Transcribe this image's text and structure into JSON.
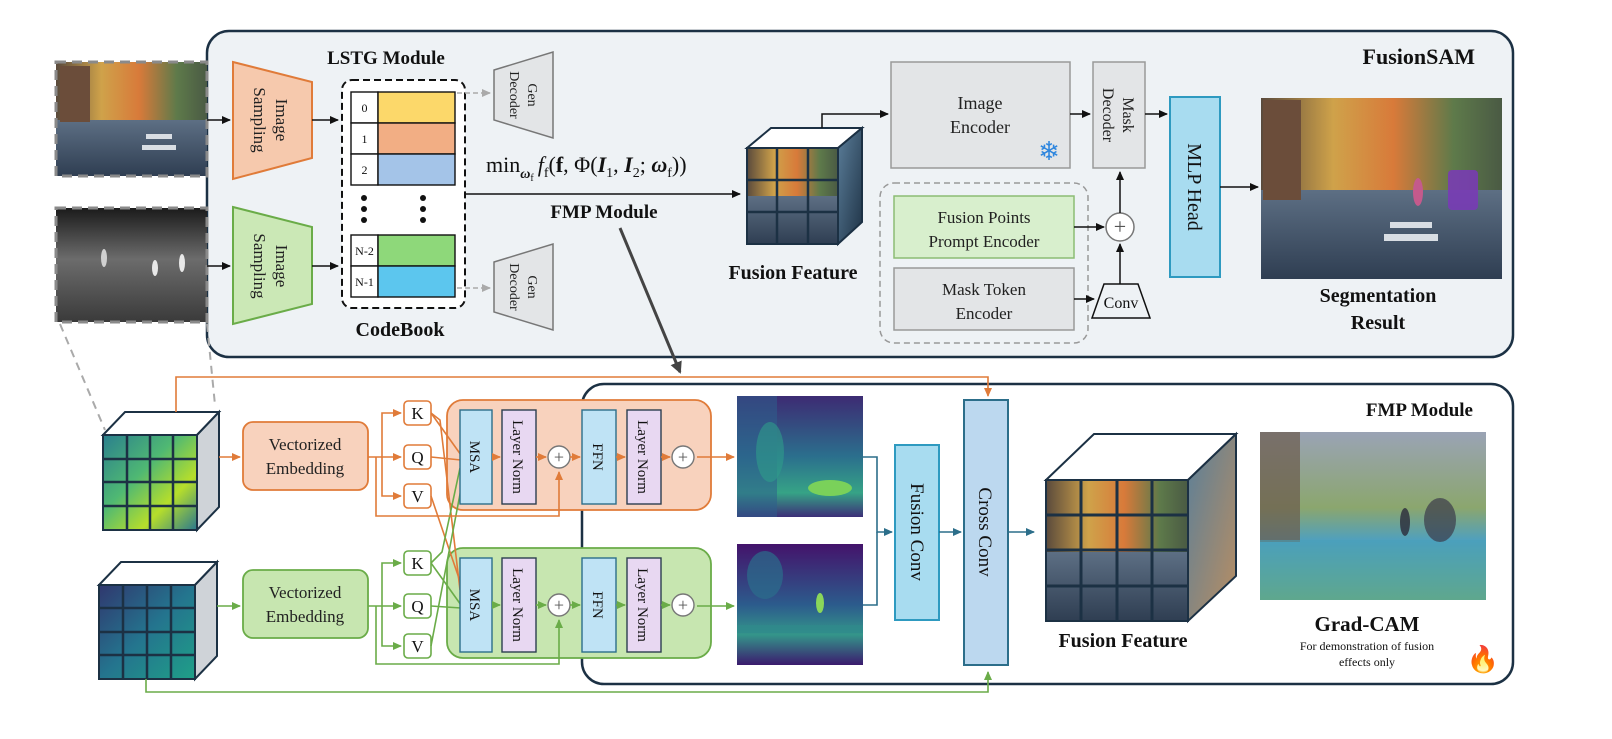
{
  "top": {
    "title": "FusionSAM",
    "lstg_title": "LSTG Module",
    "image_sampling": "Image Sampling",
    "codebook": {
      "title": "CodeBook",
      "indices": [
        "0",
        "1",
        "2",
        "N-2",
        "N-1"
      ],
      "colors": [
        "#fcd86a",
        "#f2ae84",
        "#a4c4e8",
        "#8ed87a",
        "#5cc6ee"
      ]
    },
    "gen_decoder": "Gen Decoder",
    "formula": {
      "min": "min",
      "sub_omega": "ω",
      "sub_f": "f",
      "f": "f",
      "body_open": "(",
      "bold_f": "f",
      "phi": ", Φ(",
      "I": "I",
      "one": "1",
      "comma": ", ",
      "two": "2",
      "semi": "; ",
      "omega": "ω",
      "close": "))"
    },
    "fmp_label": "FMP Module",
    "fusion_feature": "Fusion Feature",
    "image_encoder": "Image Encoder",
    "mask_decoder": "Mask Decoder",
    "mlp_head": "MLP Head",
    "fusion_points": "Fusion Points Prompt Encoder",
    "mask_token": "Mask Token Encoder",
    "conv": "Conv",
    "plus": "+",
    "snowflake": "❄",
    "segmentation": "Segmentation Result"
  },
  "bottom": {
    "title": "FMP Module",
    "vectorized": "Vectorized Embedding",
    "k": "K",
    "q": "Q",
    "v": "V",
    "msa": "MSA",
    "layer_norm": "Layer Norm",
    "ffn": "FFN",
    "fusion_conv": "Fusion Conv",
    "cross_conv": "Cross Conv",
    "fusion_feature": "Fusion Feature",
    "gradcam": "Grad-CAM",
    "gradcam_note": "For demonstration of fusion effects only",
    "fire": "🔥"
  },
  "colors": {
    "orange": "#e07b39",
    "orange_fill": "#f8d2bd",
    "green": "#6aac48",
    "green_fill": "#c7e6b0",
    "teal": "#2c6e8a",
    "panel_fill": "#eef2f5",
    "dark": "#1c3144"
  }
}
